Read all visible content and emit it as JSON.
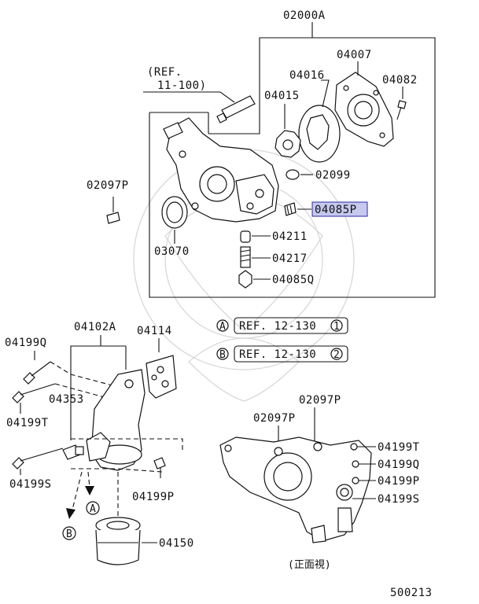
{
  "labels": {
    "assy": "02000A",
    "ref_top_1": "(REF.",
    "ref_top_2": "11-100)",
    "p04007": "04007",
    "p04016": "04016",
    "p04082": "04082",
    "p04015": "04015",
    "p02099": "02099",
    "p04085P": "04085P",
    "p02097P_left": "02097P",
    "p03070": "03070",
    "p04211": "04211",
    "p04217": "04217",
    "p04085Q": "04085Q",
    "p04102A": "04102A",
    "p04114": "04114",
    "p04199Q_left": "04199Q",
    "p04353": "04353",
    "p04199T_left": "04199T",
    "p04199S_left": "04199S",
    "p04199P_left": "04199P",
    "p04150": "04150",
    "ref_a": "REF. 12-130",
    "ref_a_num": "1",
    "ref_b": "REF. 12-130",
    "ref_b_num": "2",
    "circle_a": "A",
    "circle_b": "B",
    "p02097P_top": "02097P",
    "p02097P_mid": "02097P",
    "p04199T_right": "04199T",
    "p04199Q_right": "04199Q",
    "p04199P_right": "04199P",
    "p04199S_right": "04199S",
    "front_view": "(正面視)",
    "drawing_no": "500213"
  },
  "colors": {
    "highlight_fill": "#c6c8ee",
    "highlight_stroke": "#2a2aa0",
    "ink": "#111111"
  }
}
